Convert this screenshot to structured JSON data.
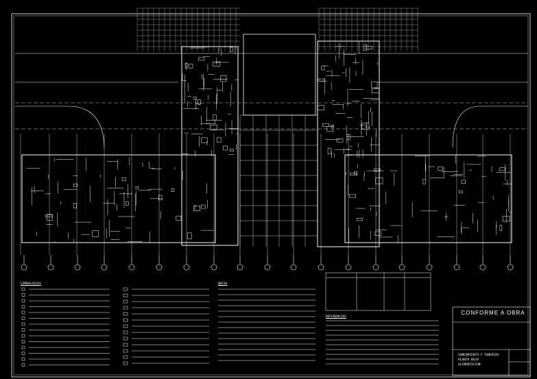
{
  "title_block": {
    "stamp": "CONFORME A OBRA",
    "lines": [
      "SANEAMIENTO Y TUBERIAS",
      "PLANTA BAJA",
      "ALIMENTACION"
    ]
  },
  "sections": {
    "symbols": "SIMBOLOGIAS",
    "notes": "NOTAS",
    "references": "REFERENCIAS"
  },
  "colors": {
    "background": "#000000",
    "linework": "#ffffff"
  }
}
